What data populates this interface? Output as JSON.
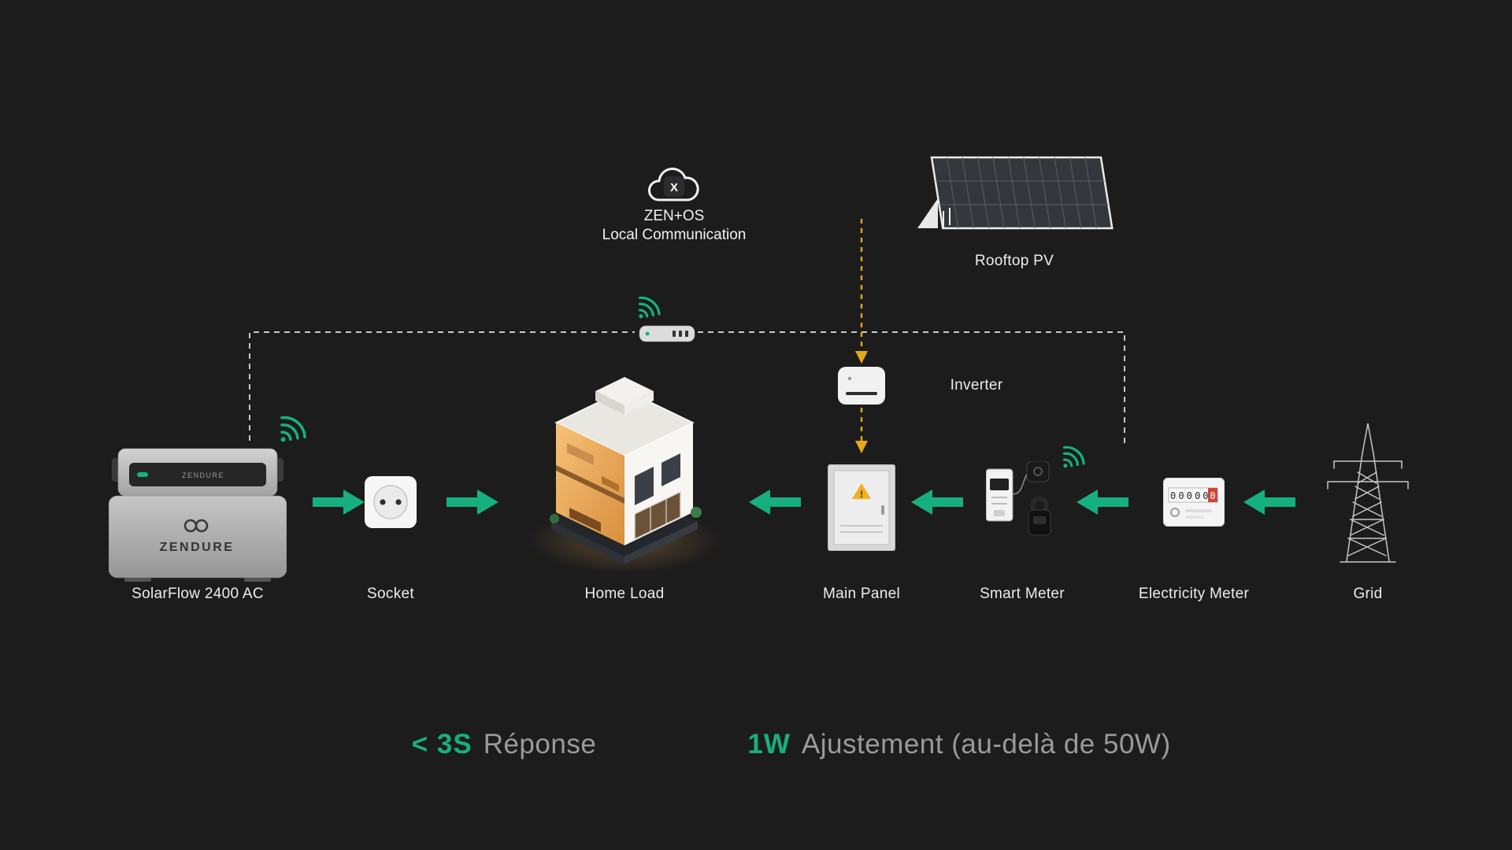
{
  "theme": {
    "background": "#1c1c1c",
    "accent_green": "#16b080",
    "warning_yellow": "#e5a816",
    "dashed_line": "#c9c9c9",
    "label_color": "#ededed",
    "muted_text": "#9a9a9a"
  },
  "cloud": {
    "icon_letter": "X",
    "title": "ZEN+OS",
    "subtitle": "Local Communication"
  },
  "nodes": {
    "rooftop_pv": {
      "label": "Rooftop PV"
    },
    "inverter": {
      "label": "Inverter"
    },
    "solarflow": {
      "label": "SolarFlow 2400 AC",
      "brand": "ZENDURE"
    },
    "socket": {
      "label": "Socket"
    },
    "home_load": {
      "label": "Home Load"
    },
    "main_panel": {
      "label": "Main Panel"
    },
    "smart_meter": {
      "label": "Smart Meter"
    },
    "electricity_meter": {
      "label": "Electricity Meter",
      "reading": "00000",
      "reading_red": "0"
    },
    "grid": {
      "label": "Grid"
    }
  },
  "footer": {
    "stat1_value": "< 3S",
    "stat1_label": "Réponse",
    "stat2_value": "1W",
    "stat2_label": "Ajustement (au-delà de 50W)"
  }
}
